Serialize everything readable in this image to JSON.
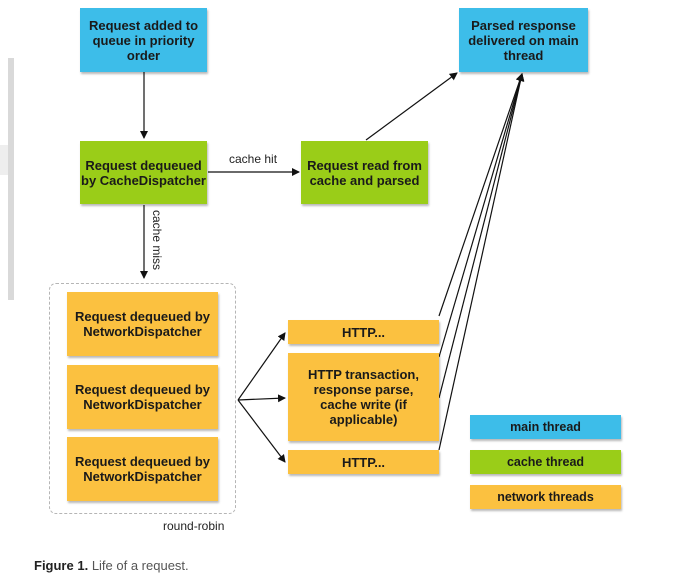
{
  "nodes": {
    "queue": "Request added to queue in priority order",
    "cache_dispatcher": "Request dequeued by CacheDispatcher",
    "cache_read": "Request read from cache and parsed",
    "parsed_response": "Parsed response delivered on main thread",
    "network_dispatcher_1": "Request dequeued by NetworkDispatcher",
    "network_dispatcher_2": "Request dequeued by NetworkDispatcher",
    "network_dispatcher_3": "Request dequeued by NetworkDispatcher",
    "http_1": "HTTP...",
    "http_transaction": "HTTP transaction, response parse, cache write (if applicable)",
    "http_3": "HTTP..."
  },
  "edge_labels": {
    "cache_hit": "cache hit",
    "cache_miss": "cache miss",
    "round_robin": "round-robin"
  },
  "legend": {
    "main_thread": "main thread",
    "cache_thread": "cache thread",
    "network_threads": "network threads"
  },
  "caption": {
    "label": "Figure 1.",
    "text": "Life of a request."
  },
  "colors": {
    "main_thread": "#3dbde9",
    "cache_thread": "#9acd18",
    "network_threads": "#fbc140"
  }
}
